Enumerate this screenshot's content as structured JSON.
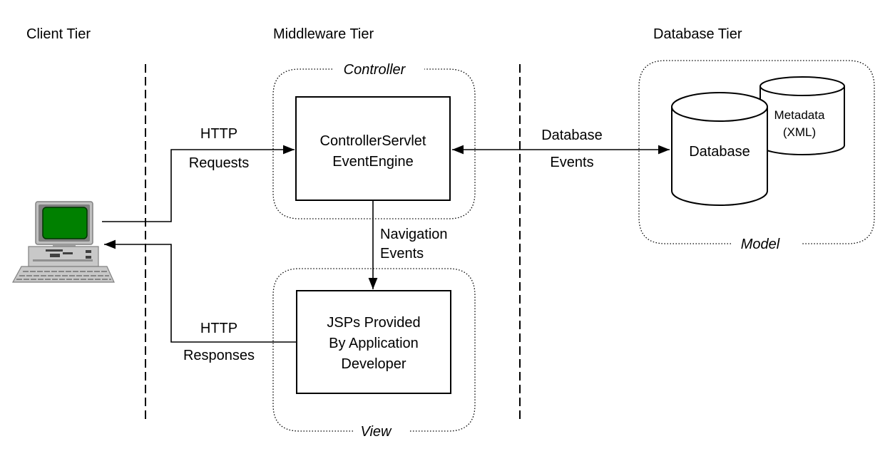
{
  "tiers": {
    "client": "Client Tier",
    "middleware": "Middleware Tier",
    "database": "Database Tier"
  },
  "groups": {
    "controller": "Controller",
    "view": "View",
    "model": "Model"
  },
  "boxes": {
    "controller_line1": "ControllerServlet",
    "controller_line2": "EventEngine",
    "view_line1": "JSPs Provided",
    "view_line2": "By Application",
    "view_line3": "Developer"
  },
  "database": {
    "main": "Database",
    "metadata_line1": "Metadata",
    "metadata_line2": "(XML)"
  },
  "connections": {
    "request_line1": "HTTP",
    "request_line2": "Requests",
    "response_line1": "HTTP",
    "response_line2": "Responses",
    "db_events_line1": "Database",
    "db_events_line2": "Events",
    "nav_events_line1": "Navigation",
    "nav_events_line2": "Events"
  },
  "icons": {
    "client": "desktop-computer-icon",
    "database": "database-cylinder-icon"
  },
  "colors": {
    "screen": "#008000",
    "computer_body": "#c0c0c0"
  }
}
